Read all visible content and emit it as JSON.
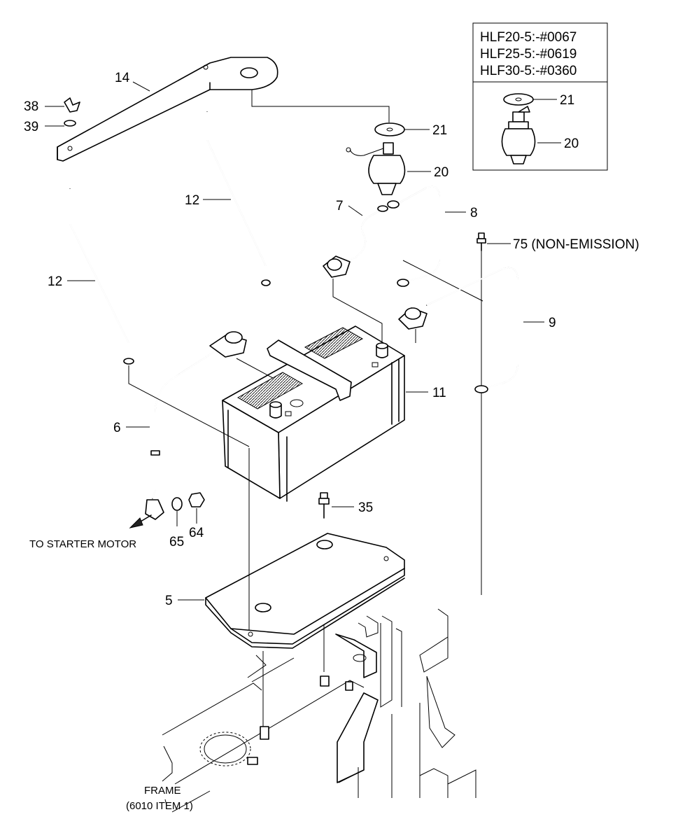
{
  "inset": {
    "lines": [
      "HLF20-5:-#0067",
      "HLF25-5:-#0619",
      "HLF30-5:-#0360"
    ],
    "callouts": [
      "21",
      "20"
    ]
  },
  "callouts": {
    "c38": "38",
    "c39": "39",
    "c14": "14",
    "c12a": "12",
    "c12b": "12",
    "c21": "21",
    "c20": "20",
    "c7": "7",
    "c8": "8",
    "c75": "75 (NON-EMISSION)",
    "c9": "9",
    "c11": "11",
    "c6": "6",
    "c35": "35",
    "c65": "65",
    "c64": "64",
    "c5": "5"
  },
  "notes": {
    "starter": "TO STARTER MOTOR",
    "frame_line1": "FRAME",
    "frame_line2": "(6010 ITEM 1)"
  }
}
